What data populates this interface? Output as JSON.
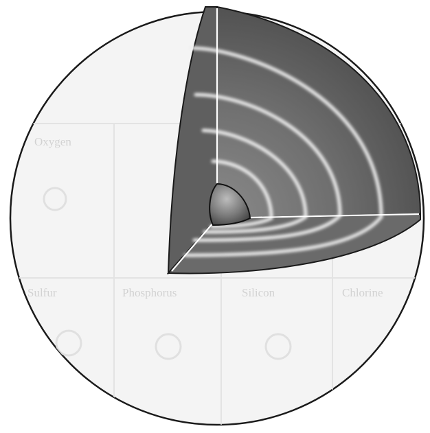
{
  "diagram": {
    "bleed_through_labels": [
      "Oxygen",
      "Chlorine",
      "Phosphorus",
      "Silicon",
      "Sulfur"
    ],
    "colors": {
      "background": "#ffffff",
      "sphere_fill": "#f4f4f4",
      "ghost_grid": "#e2e2e2",
      "outline": "#1a1a1a",
      "cutaway_outer": "#5a5a5a",
      "cutaway_inner": "#7c7c7c",
      "floor_shade": "#6f6f6f",
      "shell_ring": "#e9e9e9",
      "axis_line": "#ffffff",
      "core_dark": "#262626",
      "core_light": "#9a9a9a"
    }
  }
}
